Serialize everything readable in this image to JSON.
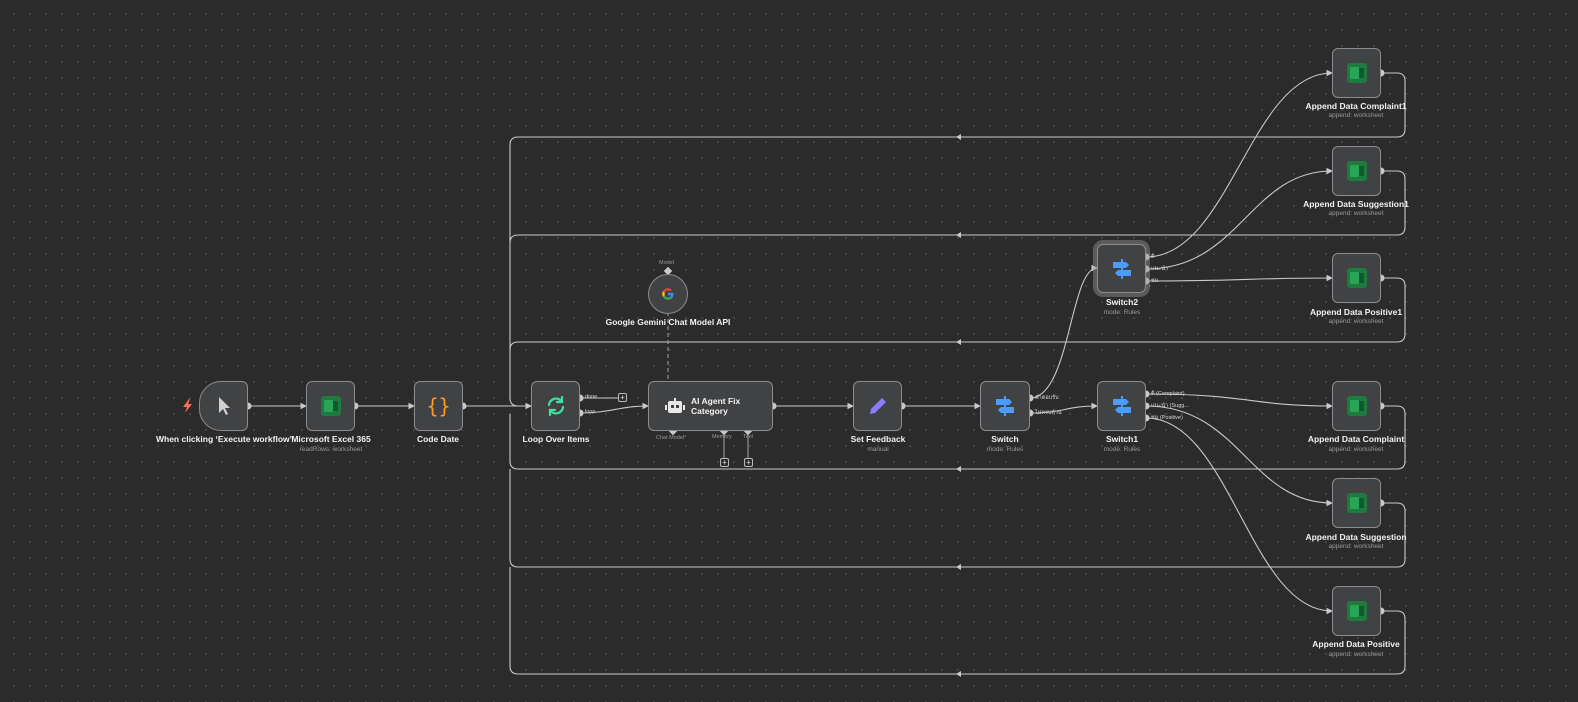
{
  "nodes": {
    "trigger": {
      "title": "When clicking ‘Execute workflow’"
    },
    "excel": {
      "title": "Microsoft Excel 365",
      "subtitle": "readRows: worksheet"
    },
    "code": {
      "title": "Code Date"
    },
    "loop": {
      "title": "Loop Over Items",
      "ports": {
        "done": "done",
        "loop": "loop"
      }
    },
    "agent": {
      "title": "AI Agent Fix Category",
      "ports": {
        "chat_model": "Chat Model",
        "memory": "Memory",
        "tool": "Tool"
      }
    },
    "gemini": {
      "title": "Google Gemini Chat Model API",
      "port": "Model"
    },
    "set_feedback": {
      "title": "Set Feedback",
      "subtitle": "manual"
    },
    "switch": {
      "title": "Switch",
      "subtitle": "mode: Rules",
      "ports": [
        "คำตอบรับ",
        "ไม่ครบถ้วน"
      ]
    },
    "switch1": {
      "title": "Switch1",
      "subtitle": "mode: Rules",
      "ports": [
        "ติ (Complaint)",
        "แนะนำ (Sugg...",
        "ชม (Positive)"
      ]
    },
    "switch2": {
      "title": "Switch2",
      "subtitle": "mode: Rules",
      "ports": [
        "ติ",
        "แนะนำ",
        "ชม"
      ]
    },
    "ac1": {
      "title": "Append Data Complaint1",
      "subtitle": "append: worksheet"
    },
    "as1": {
      "title": "Append Data Suggestion1",
      "subtitle": "append: worksheet"
    },
    "ap1": {
      "title": "Append Data Positive1",
      "subtitle": "append: worksheet"
    },
    "ac": {
      "title": "Append Data Complaint",
      "subtitle": "append: worksheet"
    },
    "as": {
      "title": "Append Data Suggestion",
      "subtitle": "append: worksheet"
    },
    "ap": {
      "title": "Append Data Positive",
      "subtitle": "append: worksheet"
    }
  },
  "colors": {
    "background": "#2b2b2b",
    "node_bg": "#414244",
    "node_border": "#8b8c8f",
    "edge": "#c9c9c9",
    "trigger_bolt": "#ff6d5a",
    "code_icon": "#ff9922",
    "loop_icon": "#3ee0a0",
    "edit_icon": "#8a7cff",
    "switch_icon": "#4a9dff",
    "excel": "#1e7a3f"
  },
  "icons": {
    "trigger": "mouse-pointer-icon",
    "excel": "microsoft-excel-icon",
    "code": "code-braces-icon",
    "loop": "sync-icon",
    "agent": "robot-icon",
    "gemini": "google-icon",
    "set_feedback": "pencil-icon",
    "switch": "signpost-icon"
  }
}
